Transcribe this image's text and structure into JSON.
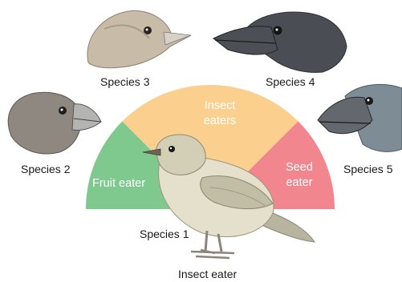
{
  "sectors": {
    "fruit": {
      "label": "Fruit eater",
      "color": "#7fc98f"
    },
    "insect": {
      "line1": "Insect",
      "line2": "eaters",
      "color": "#fbd08f"
    },
    "seed": {
      "line1": "Seed",
      "line2": "eater",
      "color": "#f2868f"
    }
  },
  "species": {
    "s1": "Species 1",
    "s2": "Species 2",
    "s3": "Species 3",
    "s4": "Species 4",
    "s5": "Species 5"
  },
  "caption": "Insect eater",
  "icons": [
    "finch-head-species-2",
    "finch-head-species-3",
    "finch-head-species-4",
    "finch-head-species-5",
    "warbler-finch-species-1"
  ]
}
